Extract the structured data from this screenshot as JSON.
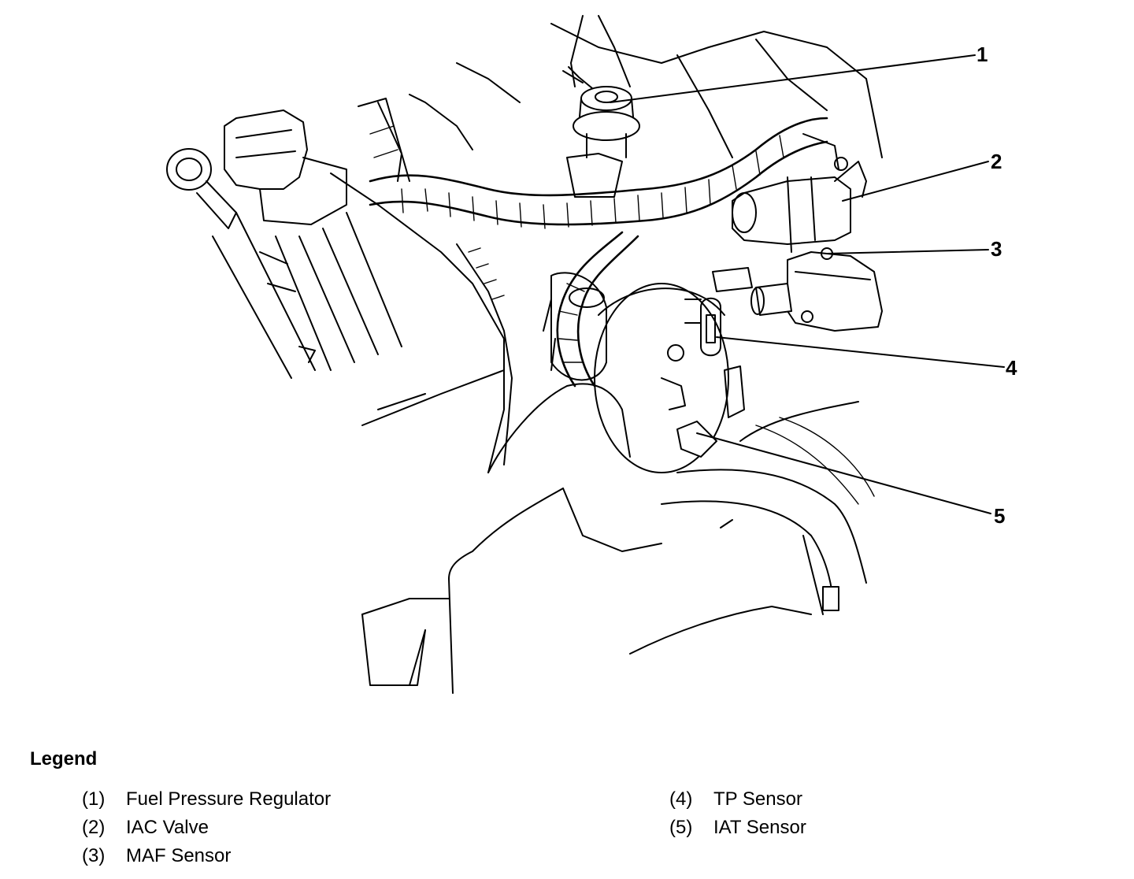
{
  "legend": {
    "title": "Legend",
    "items": [
      {
        "num": "(1)",
        "label": "Fuel Pressure Regulator"
      },
      {
        "num": "(2)",
        "label": "IAC Valve"
      },
      {
        "num": "(3)",
        "label": "MAF Sensor"
      },
      {
        "num": "(4)",
        "label": "TP Sensor"
      },
      {
        "num": "(5)",
        "label": "IAT Sensor"
      }
    ]
  },
  "callouts": [
    "1",
    "2",
    "3",
    "4",
    "5"
  ]
}
